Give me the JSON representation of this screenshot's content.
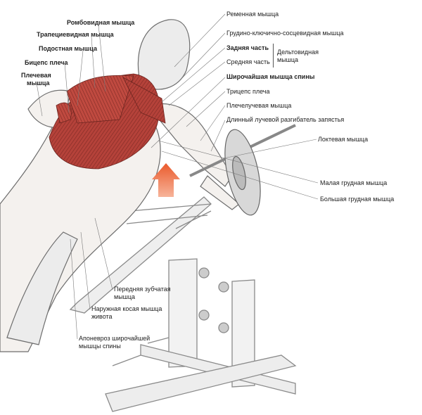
{
  "labels": {
    "rhomboid": "Ромбовидная мышца",
    "trapezius": "Трапециевидная мышца",
    "infraspinatus": "Подостная мышца",
    "biceps": "Бицепс плеча",
    "brachialis_1": "Плечевая",
    "brachialis_2": "мышца",
    "splenius": "Ременная мышца",
    "sternocleidomastoid": "Грудино-ключично-сосцевидная мышца",
    "posterior_part": "Задняя часть",
    "middle_part": "Средняя часть",
    "deltoid_1": "Дельтовидная",
    "deltoid_2": "мышца",
    "latissimus": "Широчайшая мышца спины",
    "triceps": "Трицепс плеча",
    "brachioradialis": "Плечелучевая  мышца",
    "ext_carpi": "Длинный лучевой разгибатель запястья",
    "anconeus": "Локтевая мышца",
    "pec_minor": "Малая грудная мышца",
    "pec_major": "Большая грудная мышца",
    "serratus_1": "Передняя зубчатая",
    "serratus_2": "мышца",
    "ext_oblique_1": "Наружная косая мышца",
    "ext_oblique_2": "живота",
    "aponeurosis_1": "Апоневроз широчайшей",
    "aponeurosis_2": "мышцы спины"
  },
  "colors": {
    "muscle": "#b5423a",
    "muscle_dark": "#7e2a24",
    "arrow": "#ef6a3c",
    "line": "#666666"
  }
}
